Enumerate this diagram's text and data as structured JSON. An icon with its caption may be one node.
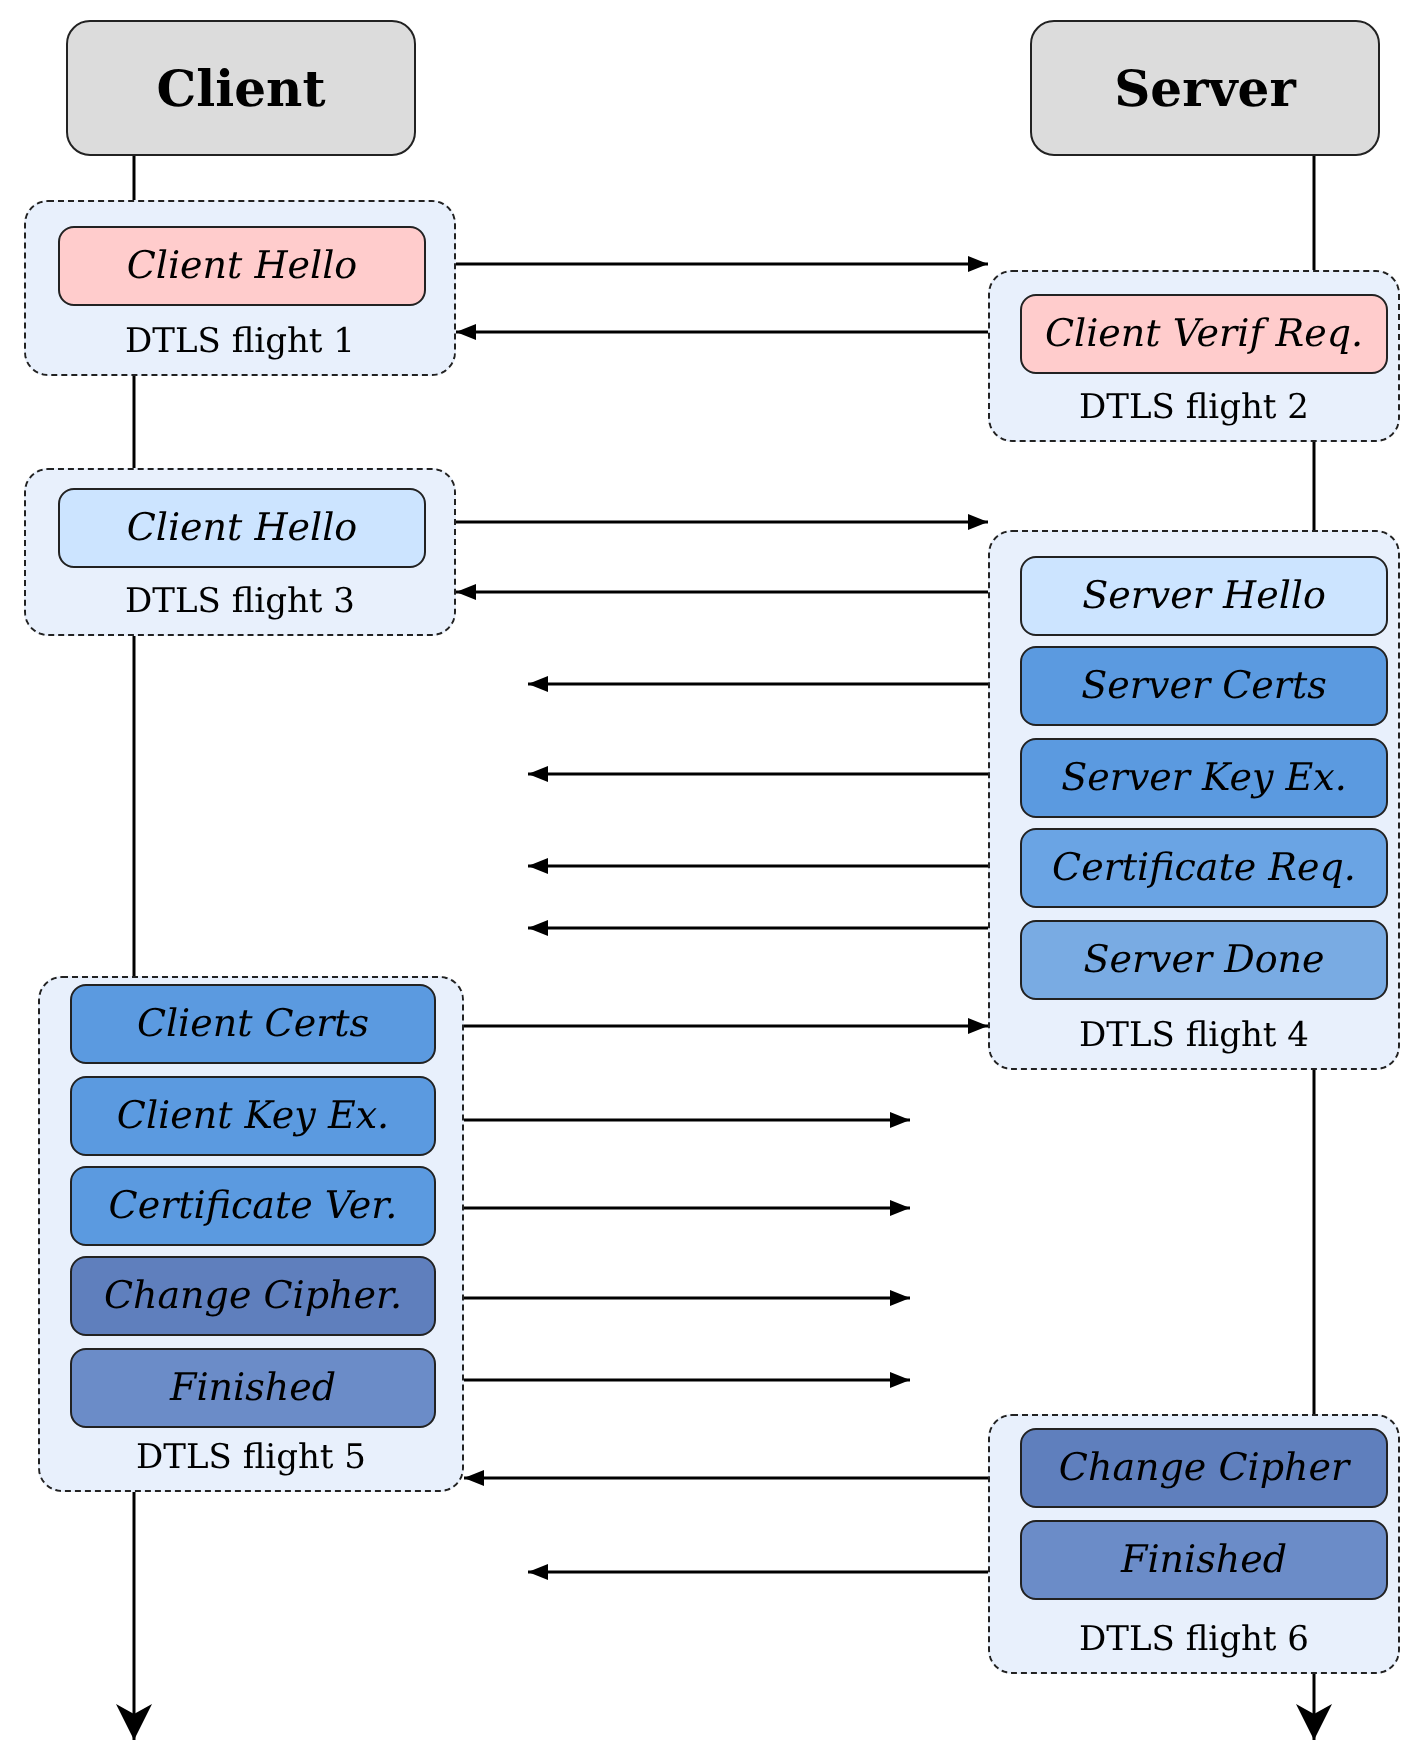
{
  "diagram": {
    "nodes": [
      {
        "text": [
          "Client"
        ]
      },
      {
        "text": [
          "Server"
        ]
      },
      {
        "text": [
          "DTLS flight 1"
        ]
      },
      {
        "text": [
          "Client Hello"
        ],
        "in": 2
      },
      {
        "text": [
          "DTLS flight 2"
        ]
      },
      {
        "text": [
          "Client Verif Req."
        ],
        "in": 4
      },
      {
        "text": [
          "DTLS flight 3"
        ]
      },
      {
        "text": [
          "Client Hello"
        ],
        "in": 6
      },
      {
        "text": [
          "DTLS flight 4"
        ]
      },
      {
        "text": [
          "Server Hello"
        ],
        "in": 8
      },
      {
        "text": [
          "Server Certs"
        ],
        "in": 8
      },
      {
        "text": [
          "Server Key Ex."
        ],
        "in": 8
      },
      {
        "text": [
          "Certificate Req."
        ],
        "in": 8
      },
      {
        "text": [
          "Server Done"
        ],
        "in": 8
      },
      {
        "text": [
          "DTLS flight 5"
        ]
      },
      {
        "text": [
          "Client Certs"
        ],
        "in": 14
      },
      {
        "text": [
          "Client Key Ex."
        ],
        "in": 14
      },
      {
        "text": [
          "Certificate Ver."
        ],
        "in": 14
      },
      {
        "text": [
          "Change Cipher."
        ],
        "in": 14
      },
      {
        "text": [
          "Finished"
        ],
        "in": 14
      },
      {
        "text": [
          "DTLS flight 6"
        ]
      },
      {
        "text": [
          "Change Cipher"
        ],
        "in": 20
      },
      {
        "text": [
          "Finished"
        ],
        "in": 20
      }
    ],
    "edges": [
      {
        "from": 0,
        "to": 2,
        "arrow": "none"
      },
      {
        "from": 2,
        "to": 6,
        "arrow": "none"
      },
      {
        "from": 6,
        "to": 14,
        "arrow": "none"
      },
      {
        "from": 14,
        "to": null,
        "arrow": "to"
      },
      {
        "from": 1,
        "to": 4,
        "arrow": "none"
      },
      {
        "from": 4,
        "to": 8,
        "arrow": "none"
      },
      {
        "from": 8,
        "to": 20,
        "arrow": "none"
      },
      {
        "from": 20,
        "to": null,
        "arrow": "to"
      },
      {
        "from": 3,
        "to": 4,
        "arrow": "to"
      },
      {
        "from": 5,
        "to": 2,
        "arrow": "to"
      },
      {
        "from": 7,
        "to": 8,
        "arrow": "to"
      },
      {
        "from": 9,
        "to": 6,
        "arrow": "to"
      },
      {
        "from": 10,
        "to": null,
        "arrow": "to"
      },
      {
        "from": 11,
        "to": null,
        "arrow": "to"
      },
      {
        "from": 12,
        "to": null,
        "arrow": "to"
      },
      {
        "from": 13,
        "to": null,
        "arrow": "to"
      },
      {
        "from": 15,
        "to": 8,
        "arrow": "to"
      },
      {
        "from": 16,
        "to": null,
        "arrow": "to"
      },
      {
        "from": 17,
        "to": null,
        "arrow": "to"
      },
      {
        "from": 18,
        "to": null,
        "arrow": "to"
      },
      {
        "from": 19,
        "to": null,
        "arrow": "to"
      },
      {
        "from": 21,
        "to": 14,
        "arrow": "to"
      },
      {
        "from": 22,
        "to": null,
        "arrow": "to"
      }
    ]
  }
}
